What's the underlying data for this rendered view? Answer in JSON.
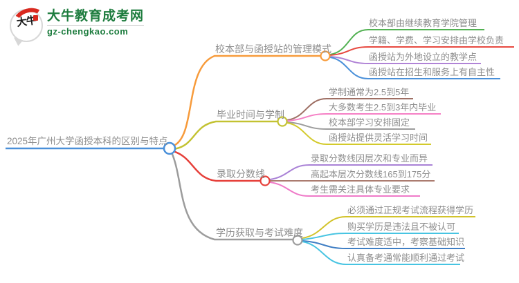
{
  "logo": {
    "icon_text": "大牛",
    "title": "大牛教育成考网",
    "url": "gz-chengkao.com",
    "brand_green": "#1d7c3e",
    "brand_red": "#d9291f"
  },
  "mindmap": {
    "root": {
      "label": "2025年广州大学函授本科的区别与特点",
      "color": "#4a90d9"
    },
    "branches": [
      {
        "label": "校本部与函授站的管理模式",
        "color": "#f79b3b",
        "children": [
          {
            "label": "校本部由继续教育学院管理",
            "color": "#52b152"
          },
          {
            "label": "学籍、学费、学习安排由学校负责",
            "color": "#e7483f"
          },
          {
            "label": "函授站为外地设立的教学点",
            "color": "#b083d6"
          },
          {
            "label": "函授站在招生和服务上有自主性",
            "color": "#4a90d9"
          }
        ]
      },
      {
        "label": "毕业时间与学制",
        "color": "#c3c232",
        "children": [
          {
            "label": "学制通常为2.5到5年",
            "color": "#9e6f64"
          },
          {
            "label": "大多数考生2.5到3年内毕业",
            "color": "#f57fc5"
          },
          {
            "label": "校本部学习安排固定",
            "color": "#9c9c9c"
          },
          {
            "label": "函授站提供灵活学习时间",
            "color": "#d3ca2b"
          }
        ]
      },
      {
        "label": "录取分数线",
        "color": "#e6403a",
        "children": [
          {
            "label": "录取分数线因层次和专业而异",
            "color": "#a981d6"
          },
          {
            "label": "高起本层次分数线165到175分",
            "color": "#ab7c70"
          },
          {
            "label": "考生需关注具体专业要求",
            "color": "#ef7ac8"
          }
        ]
      },
      {
        "label": "学历获取与考试难度",
        "color": "#9c9c9c",
        "children": [
          {
            "label": "必须通过正规考试流程获得学历",
            "color": "#d2c32a"
          },
          {
            "label": "购买学历是违法且不被认可",
            "color": "#47c4e2"
          },
          {
            "label": "考试难度适中，考察基础知识",
            "color": "#3f7ec4"
          },
          {
            "label": "认真备考通常能顺利通过考试",
            "color": "#47c4e2"
          }
        ]
      }
    ]
  }
}
